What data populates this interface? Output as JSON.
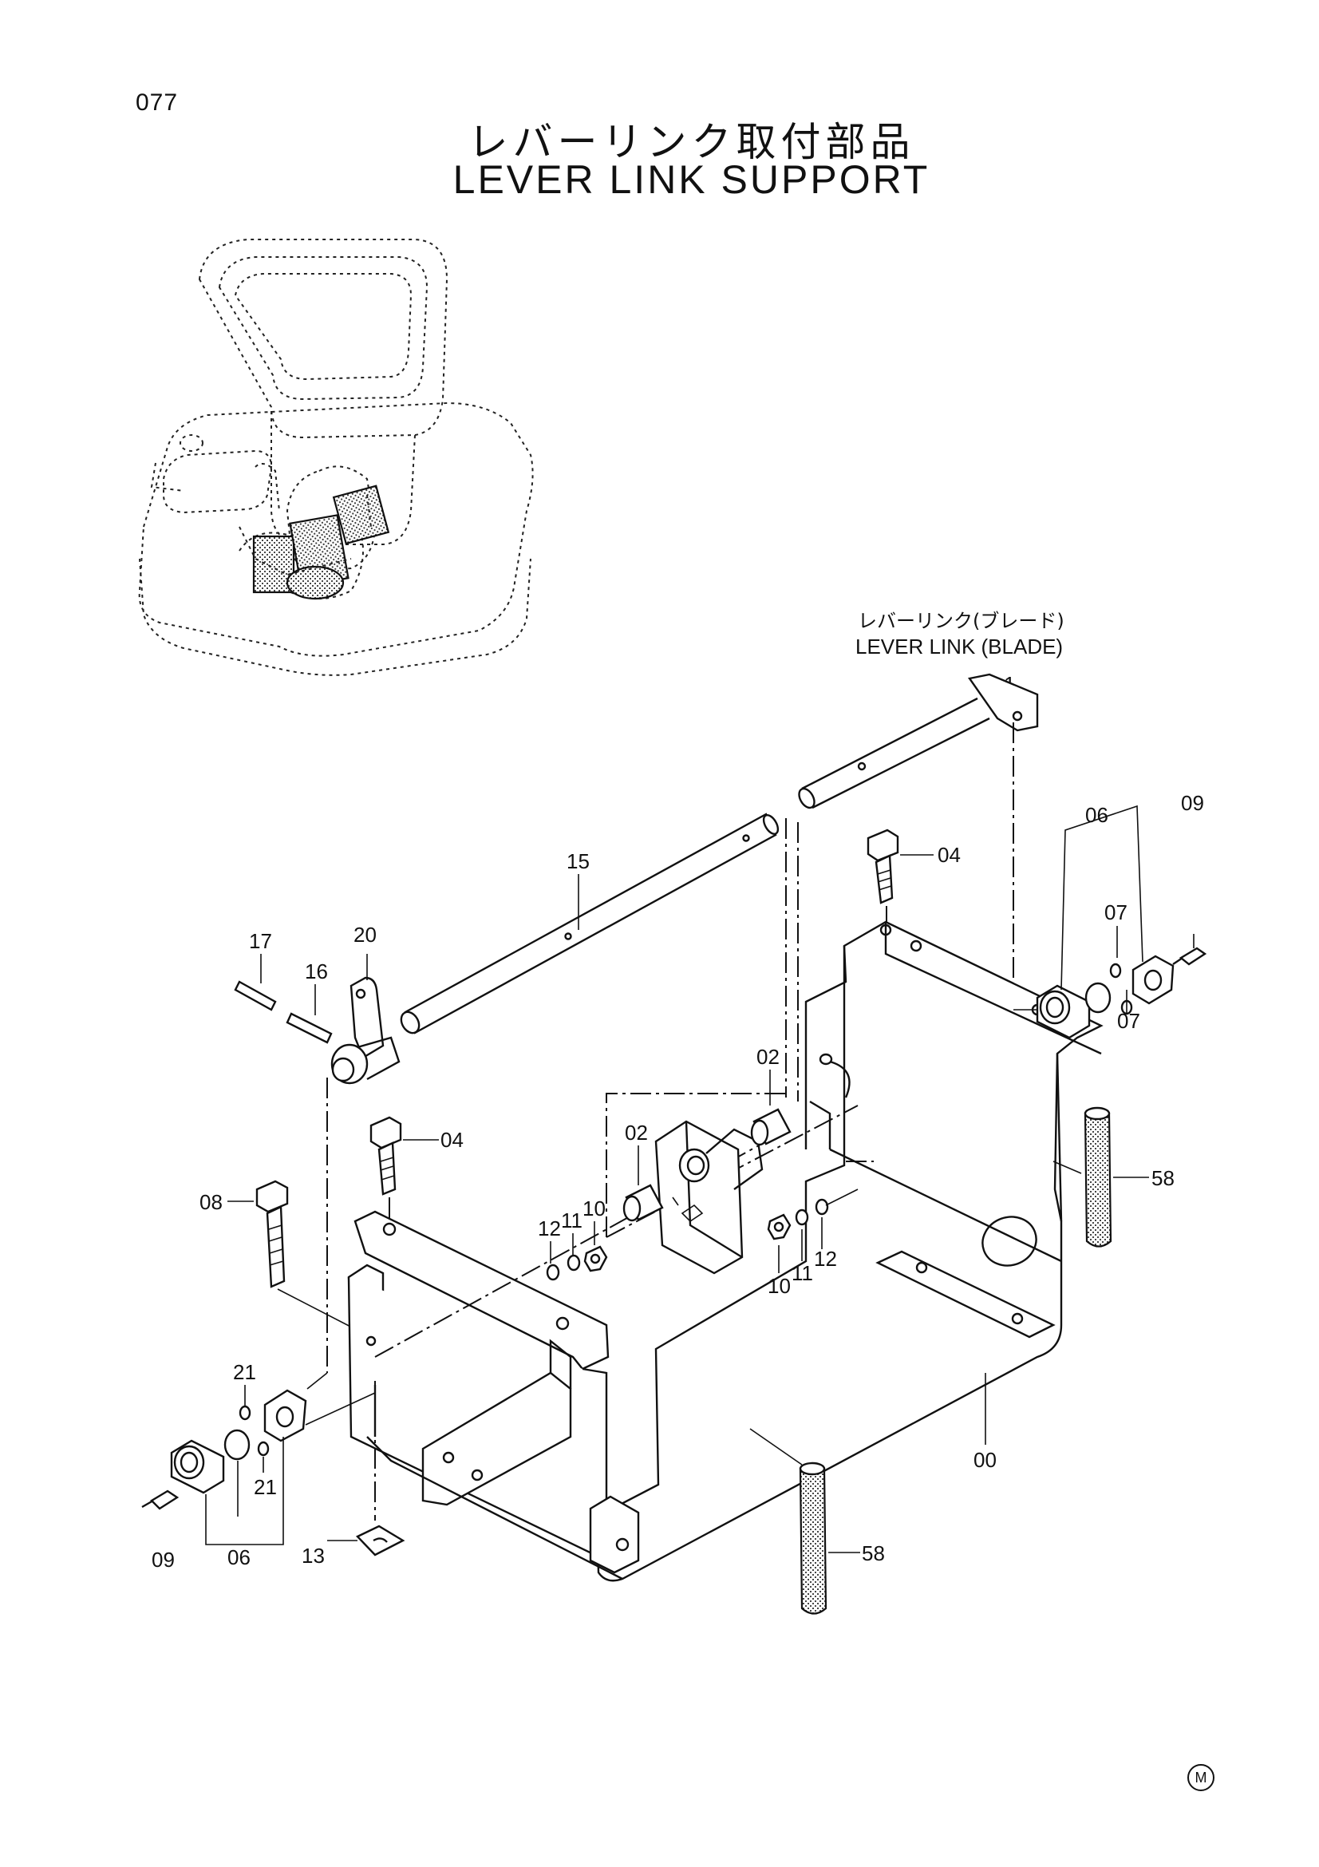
{
  "page": {
    "number": "077",
    "title_jp": "レバーリンク取付部品",
    "title_en": "LEVER LINK SUPPORT",
    "corner_mark": "M"
  },
  "sub_assembly": {
    "title_jp": "レバーリンク(ブレード)",
    "title_en": "LEVER LINK (BLADE)",
    "ref": "1"
  },
  "callouts": {
    "c15": "15",
    "c17": "17",
    "c20": "20",
    "c16": "16",
    "c04a": "04",
    "c04b": "04",
    "c06a": "06",
    "c09a": "09",
    "c07a": "07",
    "c07b": "07",
    "c02a": "02",
    "c02b": "02",
    "c58a": "58",
    "c58b": "58",
    "c12a": "12",
    "c11a": "11",
    "c10a": "10",
    "c10b": "10",
    "c11b": "11",
    "c12b": "12",
    "c08": "08",
    "c21a": "21",
    "c21b": "21",
    "c09b": "09",
    "c06b": "06",
    "c13": "13",
    "c00": "00"
  }
}
